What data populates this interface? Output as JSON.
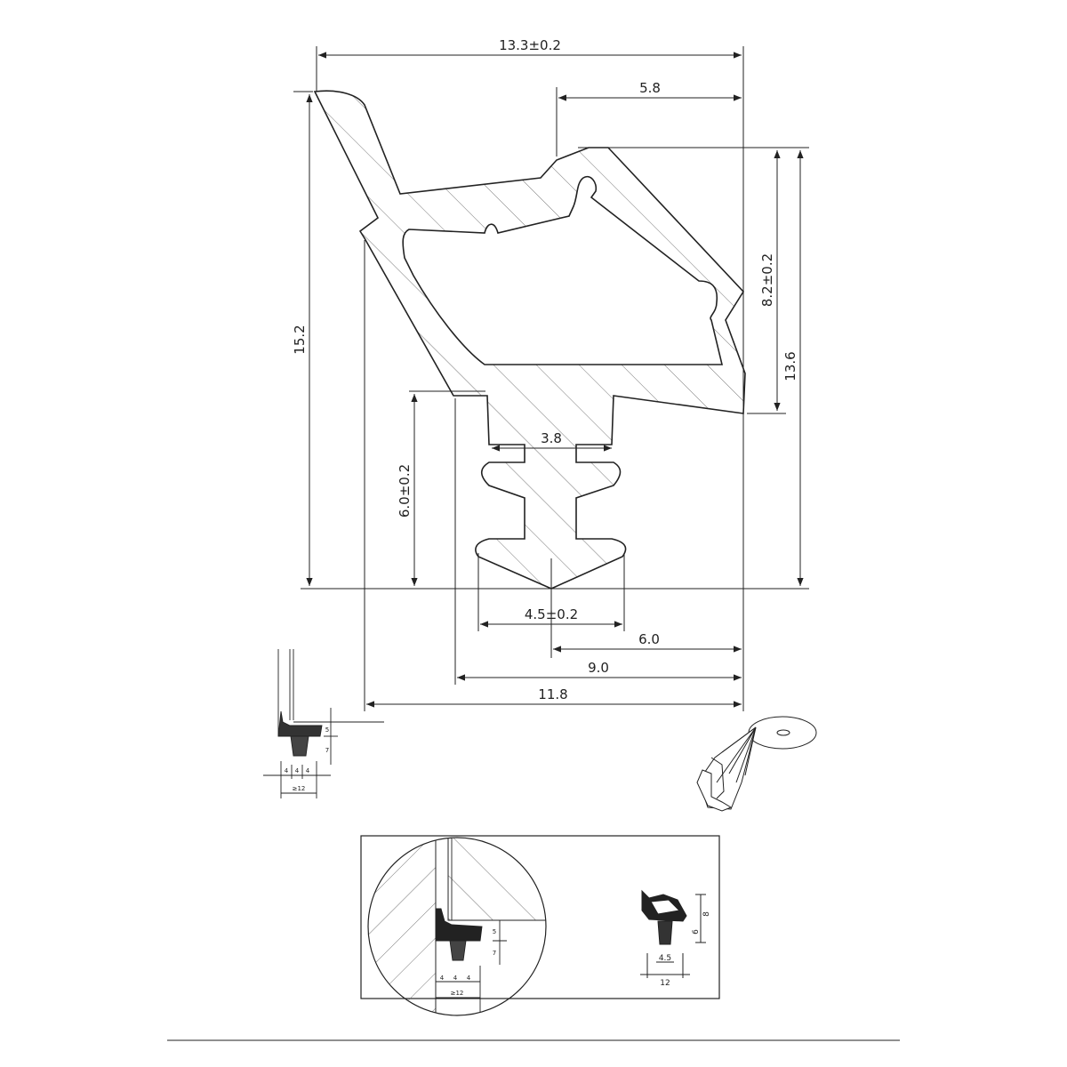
{
  "drawing": {
    "colors": {
      "line": "#222222",
      "hatch": "#555555",
      "background": "#ffffff"
    },
    "dimensions": {
      "overall_width": "13.3±0.2",
      "top_lip": "5.8",
      "overall_height": "15.2",
      "head_height": "8.2±0.2",
      "right_height": "13.6",
      "foot_height": "6.0±0.2",
      "foot_width": "3.8",
      "tip_width": "4.5±0.2",
      "offset_6": "6.0",
      "offset_9": "9.0",
      "offset_11": "11.8"
    },
    "detail_left": {
      "d1": "4",
      "d2": "4",
      "d3": "4",
      "total": "≥12",
      "h1": "5",
      "h2": "7"
    },
    "detail_box": {
      "d1": "4",
      "d2": "4",
      "d3": "4",
      "total": "≥12",
      "h1": "5",
      "h2": "7"
    },
    "mini_profile": {
      "width_top": "4.5",
      "width_bottom": "12",
      "h1": "6",
      "h2": "8"
    }
  }
}
